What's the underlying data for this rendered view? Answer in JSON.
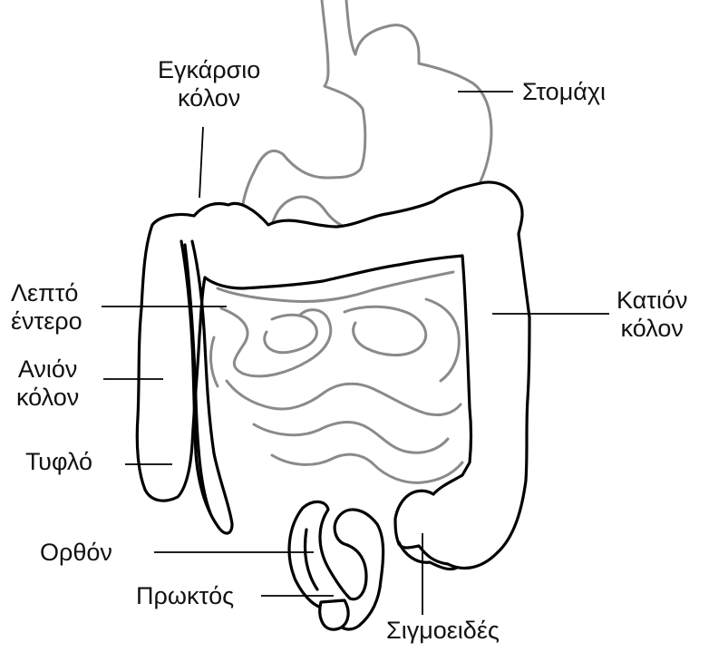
{
  "labels": {
    "transverse_colon": [
      "Εγκάρσιο",
      "κόλον"
    ],
    "stomach": "Στομάχι",
    "small_intestine": [
      "Λεπτό",
      "έντερο"
    ],
    "descending_colon": [
      "Κατιόν",
      "κόλον"
    ],
    "ascending_colon": [
      "Ανιόν",
      "κόλον"
    ],
    "cecum": "Τυφλό",
    "rectum": "Ορθόν",
    "anus": "Πρωκτός",
    "sigmoid": "Σιγμοειδές"
  }
}
